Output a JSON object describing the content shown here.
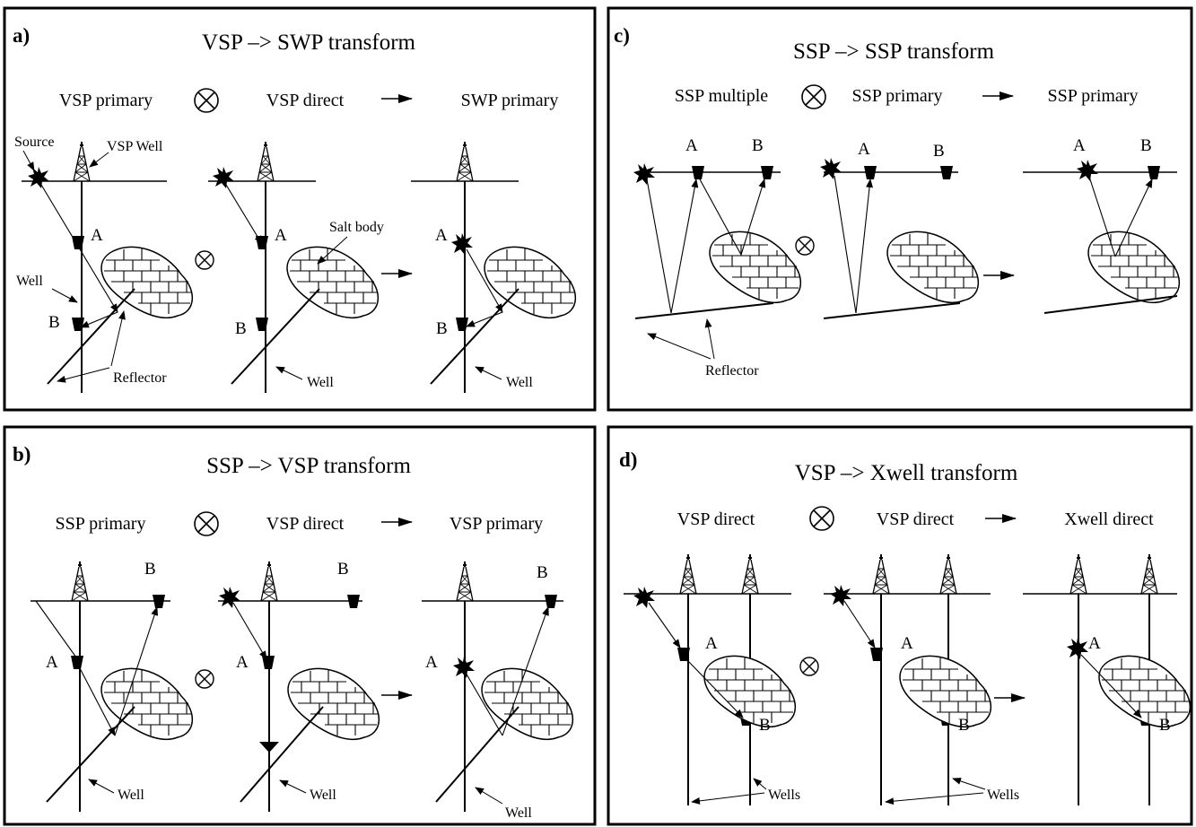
{
  "panels": {
    "a": {
      "tag": "a)",
      "title": "VSP –> SWP transform",
      "headers": [
        "VSP primary",
        "VSP direct",
        "SWP primary"
      ],
      "labels": {
        "source": "Source",
        "vsp_well": "VSP Well",
        "salt_body": "Salt body",
        "well": "Well",
        "reflector": "Reflector",
        "A": "A",
        "B": "B"
      }
    },
    "b": {
      "tag": "b)",
      "title": "SSP –> VSP transform",
      "headers": [
        "SSP primary",
        "VSP direct",
        "VSP primary"
      ],
      "labels": {
        "well": "Well",
        "A": "A",
        "B": "B"
      }
    },
    "c": {
      "tag": "c)",
      "title": "SSP –> SSP transform",
      "headers": [
        "SSP multiple",
        "SSP primary",
        "SSP primary"
      ],
      "labels": {
        "reflector": "Reflector",
        "A": "A",
        "B": "B"
      }
    },
    "d": {
      "tag": "d)",
      "title": "VSP –> Xwell transform",
      "headers": [
        "VSP direct",
        "VSP direct",
        "Xwell direct"
      ],
      "labels": {
        "wells": "Wells",
        "A": "A",
        "B": "B"
      }
    }
  },
  "symbols": {
    "convolution": "otimes-icon",
    "transform_arrow": "arrow-right-icon"
  }
}
